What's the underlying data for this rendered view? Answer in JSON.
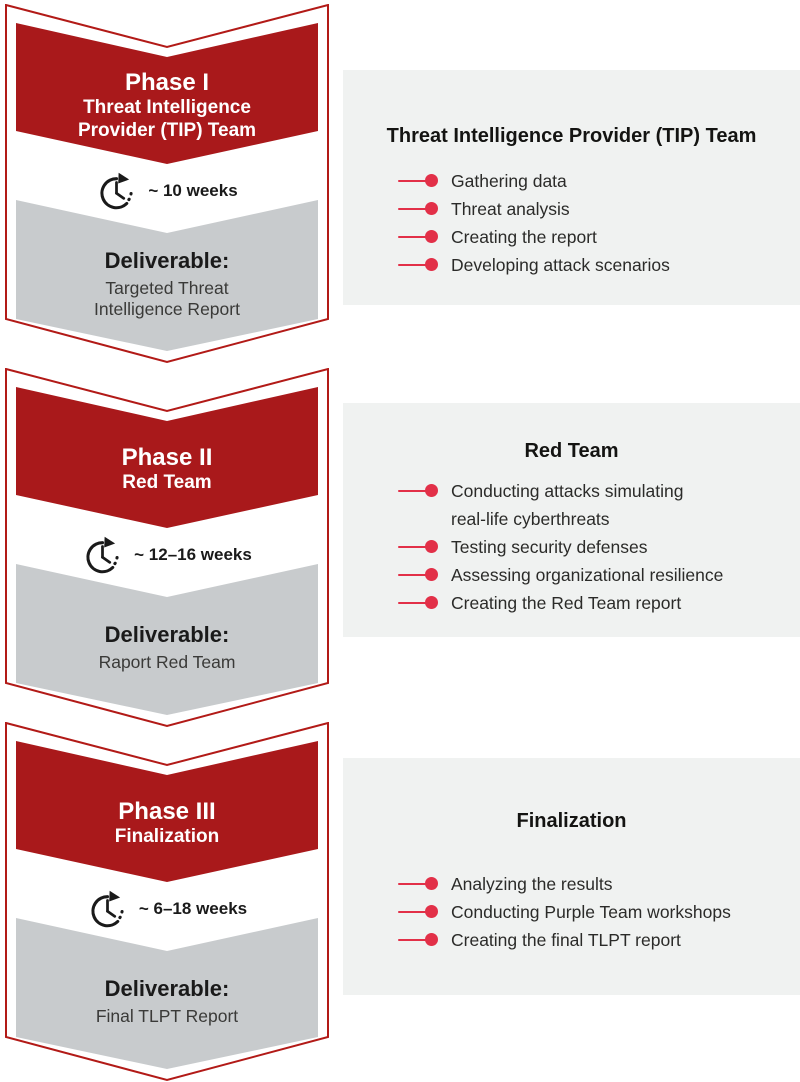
{
  "colors": {
    "chevron_red": "#a9191b",
    "outline_red": "#b21a17",
    "chevron_gray": "#c8cbcd",
    "panel_background": "#f0f2f1",
    "bullet_red": "#e23048",
    "text_dark": "#1d1d1b",
    "phase_text_white": "#ffffff"
  },
  "phases": [
    {
      "label": "Phase I",
      "name": "Threat Intelligence Provider (TIP) Team",
      "duration": "~ 10 weeks",
      "deliverable_label": "Deliverable:",
      "deliverable": "Targeted Threat Intelligence Report",
      "panel": {
        "title": "Threat Intelligence Provider (TIP) Team",
        "items": [
          "Gathering data",
          "Threat analysis",
          "Creating the report",
          "Developing attack scenarios"
        ]
      }
    },
    {
      "label": "Phase II",
      "name": "Red Team",
      "duration": "~ 12–16 weeks",
      "deliverable_label": "Deliverable:",
      "deliverable": "Raport Red Team",
      "panel": {
        "title": "Red Team",
        "items": [
          "Conducting attacks simulating\nreal-life cyberthreats",
          "Testing security defenses",
          "Assessing organizational resilience",
          "Creating the Red Team report"
        ]
      }
    },
    {
      "label": "Phase III",
      "name": "Finalization",
      "duration": "~ 6–18 weeks",
      "deliverable_label": "Deliverable:",
      "deliverable": "Final TLPT Report",
      "panel": {
        "title": "Finalization",
        "items": [
          "Analyzing the results",
          "Conducting Purple Team workshops",
          "Creating the final TLPT report"
        ]
      }
    }
  ]
}
